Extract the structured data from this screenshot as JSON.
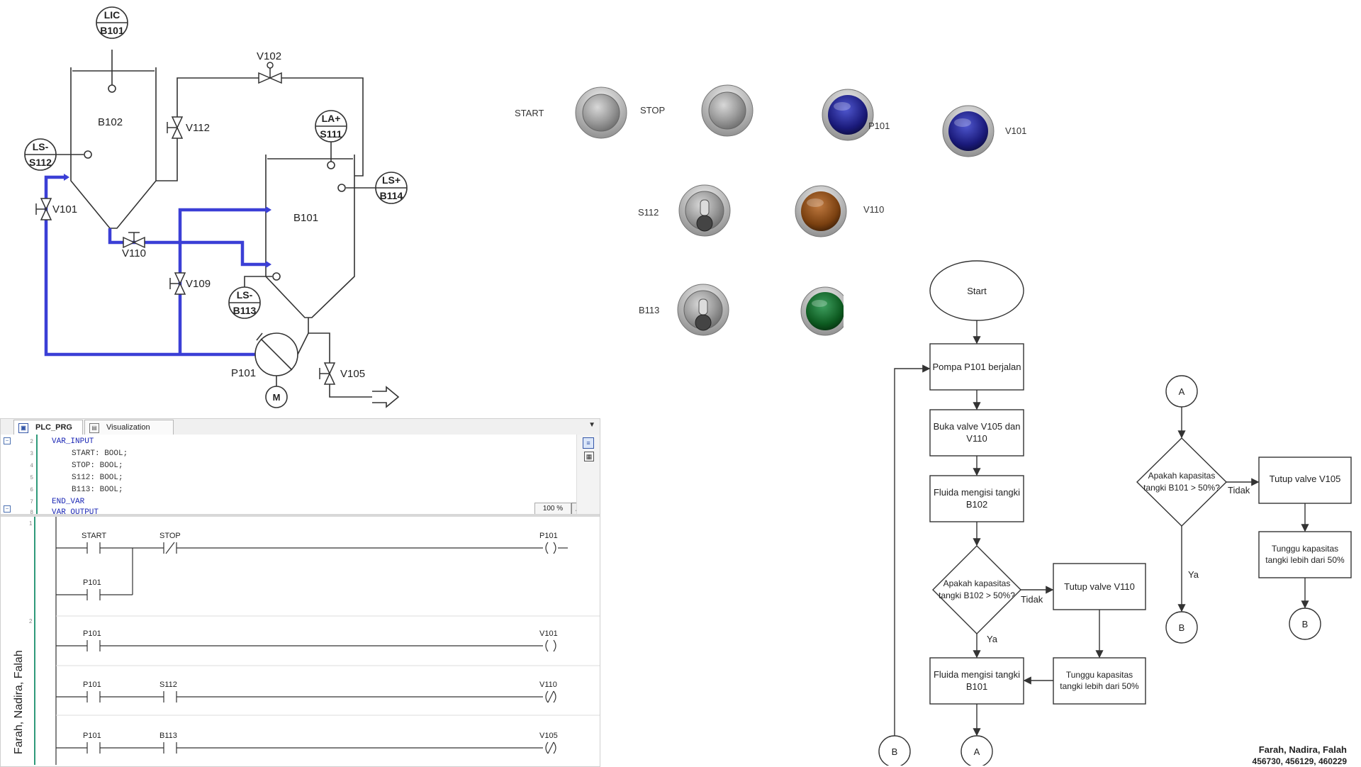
{
  "pid": {
    "tanks": {
      "upper": "B102",
      "lower": "B101"
    },
    "instruments": {
      "lic": [
        "LIC",
        "B101"
      ],
      "ls_s112": [
        "LS-",
        "S112"
      ],
      "la_s111": [
        "LA+",
        "S111"
      ],
      "ls_b114": [
        "LS+",
        "B114"
      ],
      "ls_b113": [
        "LS-",
        "B113"
      ],
      "motor": "M"
    },
    "valves": {
      "v102": "V102",
      "v112": "V112",
      "v101": "V101",
      "v110": "V110",
      "v109": "V109",
      "v105": "V105"
    },
    "pump": "P101",
    "colors": {
      "pipe_active": "#3b3fd6",
      "line": "#333333"
    }
  },
  "visualization": {
    "start_label": "START",
    "stop_label": "STOP",
    "p101_label": "P101",
    "v101_label": "V101",
    "s112_label": "S112",
    "v110_label": "V110",
    "b113_label": "B113",
    "colors": {
      "lamp_p101": "#1a1a7a",
      "lamp_v101": "#1a1a7a",
      "lamp_v110": "#7a4010",
      "lamp_v105": "#0d5a20"
    }
  },
  "ide": {
    "tabs": [
      "PLC_PRG",
      "Visualization"
    ],
    "tab_close": "x",
    "declaration": [
      {
        "num": "2",
        "kw": "VAR_INPUT",
        "text": ""
      },
      {
        "num": "3",
        "kw": "",
        "text": "START: BOOL;"
      },
      {
        "num": "4",
        "kw": "",
        "text": "STOP: BOOL;"
      },
      {
        "num": "5",
        "kw": "",
        "text": "S112: BOOL;"
      },
      {
        "num": "6",
        "kw": "",
        "text": "B113: BOOL;"
      },
      {
        "num": "7",
        "kw": "END_VAR",
        "text": ""
      },
      {
        "num": "8",
        "kw": "VAR_OUTPUT",
        "text": ""
      }
    ],
    "zoom": "100 %",
    "ladder": {
      "rung1": {
        "num": "1",
        "start": "START",
        "stop": "STOP",
        "latch": "P101",
        "coil": "P101"
      },
      "rung2": {
        "num": "2",
        "contact": "P101",
        "coil": "V101"
      },
      "rung3": {
        "contact1": "P101",
        "contact2": "S112",
        "coil": "V110"
      },
      "rung4": {
        "contact1": "P101",
        "contact2": "B113",
        "coil": "V105"
      }
    },
    "side_credit": "Farah, Nadira, Falah"
  },
  "flowchart": {
    "start": "Start",
    "step1": "Pompa P101 berjalan",
    "step2": [
      "Buka valve V105 dan",
      "V110"
    ],
    "step3": [
      "Fluida mengisi tangki",
      "B102"
    ],
    "decision1": [
      "Apakah kapasitas",
      "tangki B102 > 50%?"
    ],
    "no_label": "Tidak",
    "yes_label": "Ya",
    "close_v110": "Tutup valve V110",
    "wait1": [
      "Tunggu kapasitas",
      "tangki lebih dari 50%"
    ],
    "step4": [
      "Fluida mengisi tangki",
      "B101"
    ],
    "connector_a": "A",
    "connector_b": "B",
    "decision2": [
      "Apakah kapasitas",
      "tangki B101 > 50%?"
    ],
    "close_v105": "Tutup valve V105",
    "wait2": [
      "Tunggu kapasitas",
      "tangki lebih dari 50%"
    ]
  },
  "credits": {
    "names": "Farah, Nadira, Falah",
    "ids": "456730, 456129, 460229"
  }
}
